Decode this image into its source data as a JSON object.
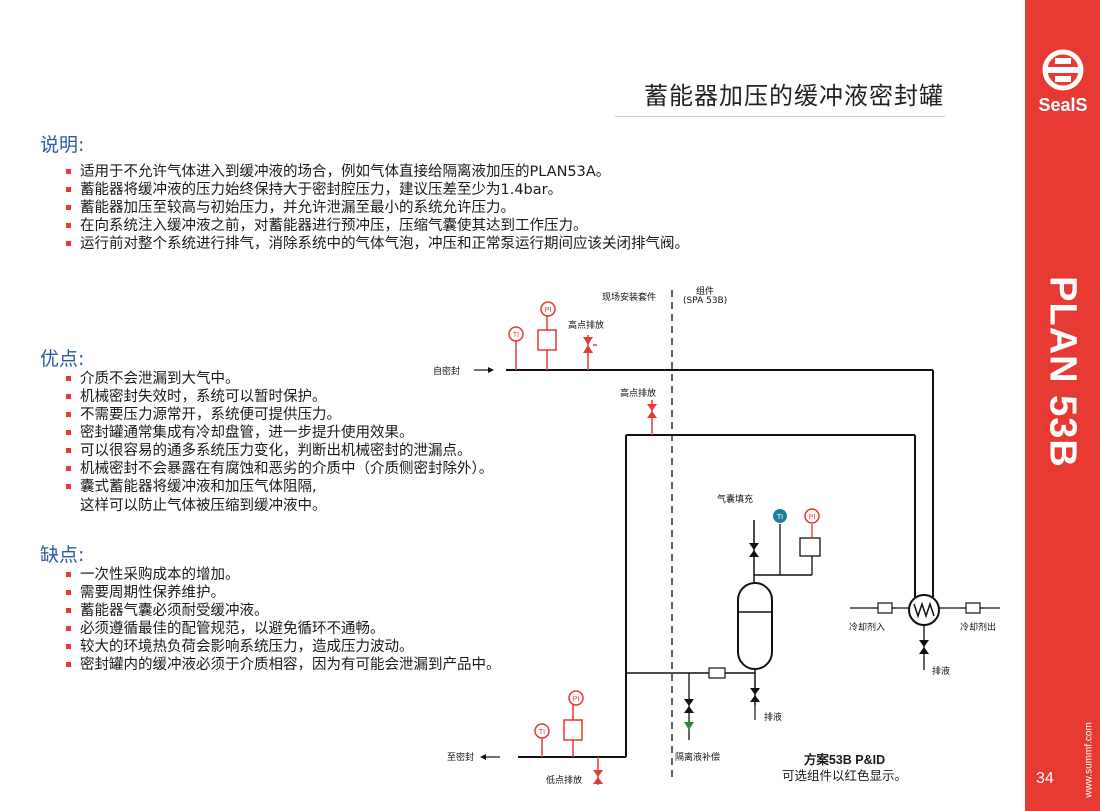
{
  "page": {
    "title": "蓄能器加压的缓冲液密封罐",
    "page_number": "34",
    "website": "www.summf.com",
    "plan": "PLAN 53B",
    "brand": "SealS",
    "accent_color": "#e63a32",
    "heading_color": "#2a5aa0"
  },
  "description": {
    "heading": "说明:",
    "items": [
      "适用于不允许气体进入到缓冲液的场合，例如气体直接给隔离液加压的PLAN53A。",
      "蓄能器将缓冲液的压力始终保持大于密封腔压力，建议压差至少为1.4bar。",
      "蓄能器加压至较高与初始压力，并允许泄漏至最小的系统允许压力。",
      "在向系统注入缓冲液之前，对蓄能器进行预冲压，压缩气囊使其达到工作压力。",
      "运行前对整个系统进行排气，消除系统中的气体气泡，冲压和正常泵运行期间应该关闭排气阀。"
    ]
  },
  "advantages": {
    "heading": "优点:",
    "items": [
      "介质不会泄漏到大气中。",
      "机械密封失效时，系统可以暂时保护。",
      "不需要压力源常开，系统便可提供压力。",
      "密封罐通常集成有冷却盘管，进一步提升使用效果。",
      "可以很容易的通多系统压力变化，判断出机械密封的泄漏点。",
      "机械密封不会暴露在有腐蚀和恶劣的介质中（介质侧密封除外）。",
      "囊式蓄能器将缓冲液和加压气体阻隔,"
    ],
    "continuation": "这样可以防止气体被压缩到缓冲液中。"
  },
  "disadvantages": {
    "heading": "缺点:",
    "items": [
      "一次性采购成本的增加。",
      "需要周期性保养维护。",
      "蓄能器气囊必须耐受缓冲液。",
      "必须遵循最佳的配管规范，以避免循环不通畅。",
      "较大的环境热负荷会影响系统压力，造成压力波动。",
      "密封罐内的缓冲液必须于介质相容，因为有可能会泄漏到产品中。"
    ]
  },
  "diagram": {
    "field_kit": "现场安装套件",
    "component_label": "组件",
    "component_code": "(SPA 53B)",
    "high_vent_1": "高点排放",
    "high_vent_2": "高点排放",
    "from_seal": "自密封",
    "to_seal": "至密封",
    "low_drain": "低点排放",
    "bladder_fill": "气囊填充",
    "coolant_in": "冷却剂入",
    "coolant_out": "冷却剂出",
    "drain_1": "排液",
    "drain_2": "排液",
    "barrier_makeup": "隔离液补偿",
    "inst_ti": "TI",
    "inst_pi": "PI"
  },
  "caption": {
    "line1": "方案53B P&ID",
    "line2": "可选组件以红色显示。"
  }
}
